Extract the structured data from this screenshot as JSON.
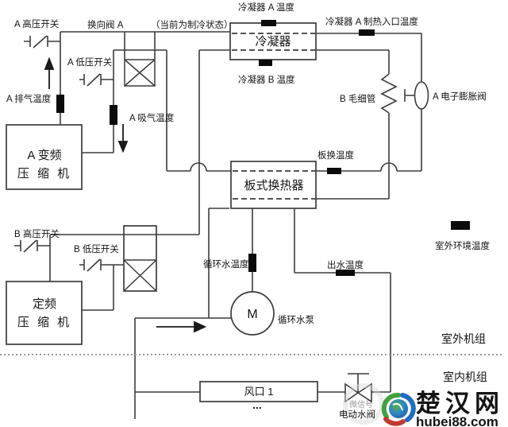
{
  "diagram_title_implicit": "heat-pump water system schematic",
  "colors": {
    "line": "#3c3c3c",
    "sensor": "#0b0b0b",
    "divider": "#999999",
    "logo_blue_dark": "#155cad",
    "logo_blue": "#1d78d4",
    "globe_green": "#44a13f",
    "globe_blue": "#1f6cc0",
    "globe_red": "#c03a30"
  },
  "labels": {
    "switch_a_hp": "A 高压开关",
    "reversing_valve_a": "换向阀 A",
    "mode_note": "（当前为制冷状态）",
    "cond_a_temp": "冷凝器 A 温度",
    "condenser": "冷凝器",
    "cond_a_heat_inlet_temp": "冷凝器 A 制热入口温度",
    "cond_b_temp": "冷凝器 B 温度",
    "capillary_b": "B 毛细管",
    "eev_a": "A 电子膨胀阀",
    "switch_a_lp": "A 低压开关",
    "discharge_temp_a": "A 排气温度",
    "suction_temp_a": "A 吸气温度",
    "compressor_a_line1": "A 变频",
    "compressor_a_line2": "压 缩 机",
    "phe_temp": "板换温度",
    "plate_hx": "板式换热器",
    "outdoor_ambient_temp": "室外环境温度",
    "switch_b_hp": "B 高压开关",
    "switch_b_lp": "B 低压开关",
    "circ_water_temp": "循环水温度",
    "outlet_water_temp": "出水温度",
    "compressor_b_line1": "定频",
    "compressor_b_line2": "压 缩 机",
    "pump_motor": "M",
    "circ_pump": "循环水泵",
    "outdoor_unit": "室外机组",
    "indoor_unit": "室内机组",
    "air_outlet_1": "风口 1",
    "more_outlets": "...",
    "electric_water_valve": "电动水阀"
  },
  "logo": {
    "name": "楚汉网",
    "domain": "hubei88.com",
    "watermark": "微信号"
  }
}
